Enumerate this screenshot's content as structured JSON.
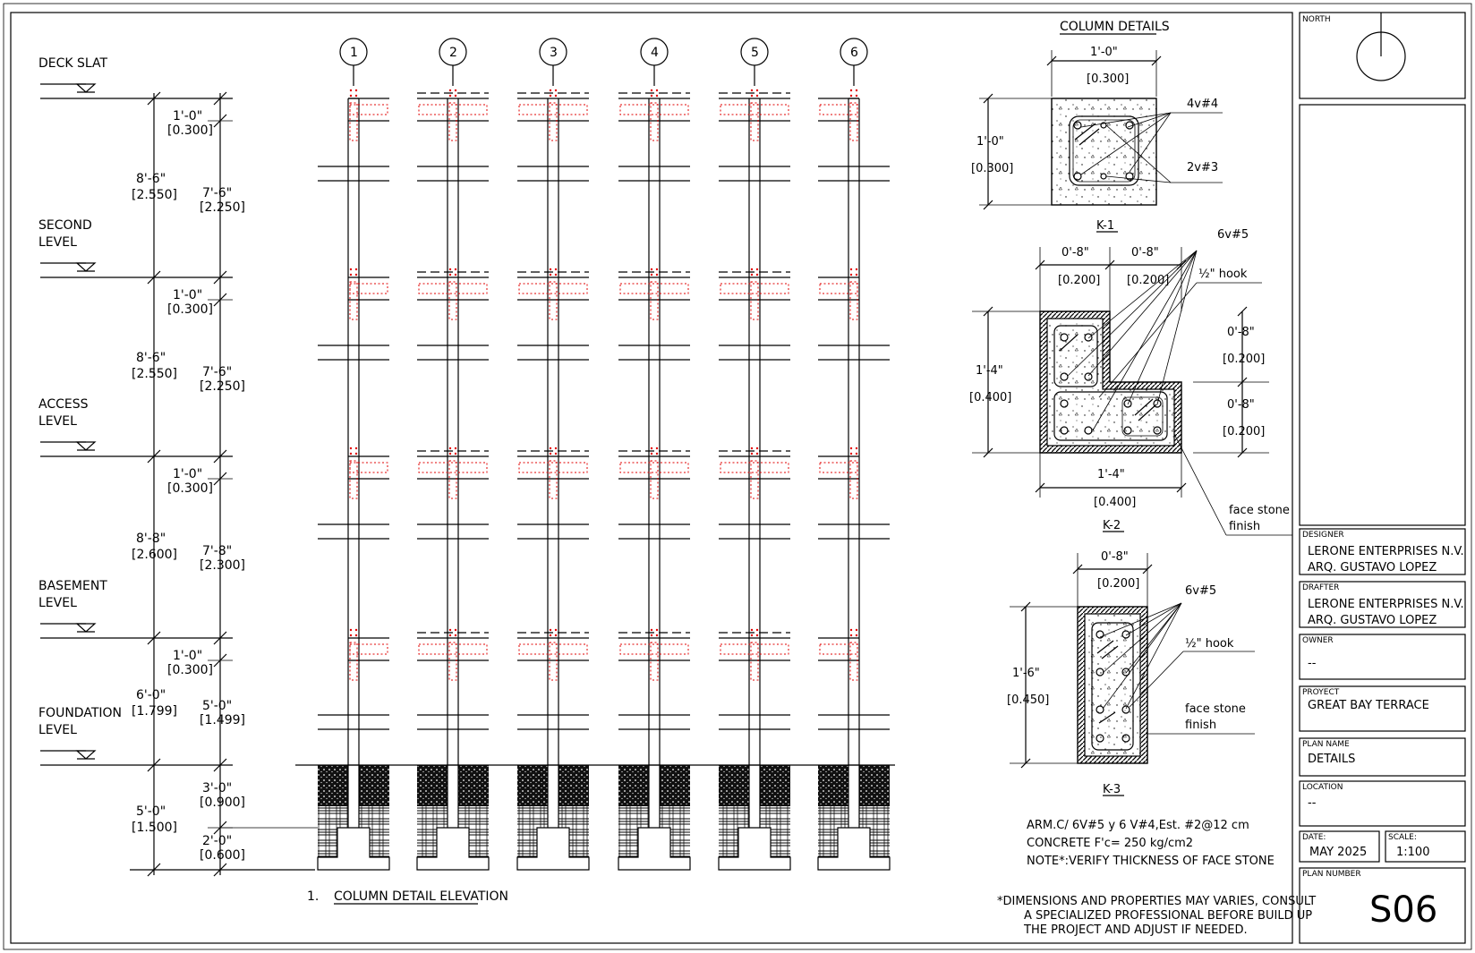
{
  "sheet_title": "COLUMN DETAILS",
  "elevation": {
    "number": "1.",
    "title": "COLUMN DETAIL ELEVATION",
    "column_tags": [
      "1",
      "2",
      "3",
      "4",
      "5",
      "6"
    ],
    "levels": [
      {
        "label1": "DECK SLAT",
        "label2": ""
      },
      {
        "label1": "SECOND",
        "label2": "LEVEL"
      },
      {
        "label1": "ACCESS",
        "label2": "LEVEL"
      },
      {
        "label1": "BASEMENT",
        "label2": "LEVEL"
      },
      {
        "label1": "FOUNDATION",
        "label2": "LEVEL"
      }
    ],
    "dims_left": [
      {
        "ft": "8'-6\"",
        "m": "[2.550]"
      },
      {
        "ft": "8'-6\"",
        "m": "[2.550]"
      },
      {
        "ft": "8'-8\"",
        "m": "[2.600]"
      },
      {
        "ft": "6'-0\"",
        "m": "[1.799]"
      },
      {
        "ft": "5'-0\"",
        "m": "[1.500]"
      }
    ],
    "dims_right": [
      {
        "ft": "1'-0\"",
        "m": "[0.300]"
      },
      {
        "ft": "7'-6\"",
        "m": "[2.250]"
      },
      {
        "ft": "1'-0\"",
        "m": "[0.300]"
      },
      {
        "ft": "7'-6\"",
        "m": "[2.250]"
      },
      {
        "ft": "1'-0\"",
        "m": "[0.300]"
      },
      {
        "ft": "7'-8\"",
        "m": "[2.300]"
      },
      {
        "ft": "1'-0\"",
        "m": "[0.300]"
      },
      {
        "ft": "5'-0\"",
        "m": "[1.499]"
      },
      {
        "ft": "3'-0\"",
        "m": "[0.900]"
      },
      {
        "ft": "2'-0\"",
        "m": "[0.600]"
      }
    ]
  },
  "details": {
    "k1": {
      "name": "K-1",
      "width_ft": "1'-0\"",
      "width_m": "[0.300]",
      "height_ft": "1'-0\"",
      "height_m": "[0.300]",
      "rebar_main": "4v#4",
      "rebar_sec": "2v#3"
    },
    "k2": {
      "name": "K-2",
      "top_left_ft": "0'-8\"",
      "top_left_m": "[0.200]",
      "top_right_ft": "0'-8\"",
      "top_right_m": "[0.200]",
      "rebar": "6v#5",
      "hook": "½\" hook",
      "right_top_ft": "0'-8\"",
      "right_top_m": "[0.200]",
      "right_bot_ft": "0'-8\"",
      "right_bot_m": "[0.200]",
      "left_ft": "1'-4\"",
      "left_m": "[0.400]",
      "bottom_ft": "1'-4\"",
      "bottom_m": "[0.400]",
      "finish1": "face stone",
      "finish2": "finish"
    },
    "k3": {
      "name": "K-3",
      "top_ft": "0'-8\"",
      "top_m": "[0.200]",
      "rebar": "6v#5",
      "hook": "½\" hook",
      "left_ft": "1'-6\"",
      "left_m": "[0.450]",
      "finish1": "face stone",
      "finish2": "finish"
    }
  },
  "notes": [
    "ARM.C/ 6V#5 y 6 V#4,Est. #2@12 cm",
    "CONCRETE F'c= 250 kg/cm2",
    "NOTE*:VERIFY THICKNESS OF FACE STONE"
  ],
  "disclaimer": [
    "*DIMENSIONS AND PROPERTIES MAY VARIES, CONSULT",
    "A SPECIALIZED PROFESSIONAL BEFORE BUILD UP",
    "THE PROJECT AND ADJUST IF NEEDED."
  ],
  "title_block": {
    "north_label": "NORTH",
    "designer_label": "DESIGNER",
    "designer_line1": "LERONE ENTERPRISES N.V.",
    "designer_line2": "ARQ. GUSTAVO LOPEZ",
    "drafter_label": "DRAFTER",
    "drafter_line1": "LERONE ENTERPRISES N.V.",
    "drafter_line2": "ARQ. GUSTAVO LOPEZ",
    "owner_label": "OWNER",
    "owner_value": "--",
    "project_label": "PROYECT",
    "project_value": "GREAT BAY TERRACE",
    "plan_name_label": "PLAN NAME",
    "plan_name_value": "DETAILS",
    "location_label": "LOCATION",
    "location_value": "--",
    "date_label": "DATE:",
    "date_value": "MAY 2025",
    "scale_label": "SCALE:",
    "scale_value": "1:100",
    "plan_number_label": "PLAN NUMBER",
    "plan_number_value": "S06"
  }
}
